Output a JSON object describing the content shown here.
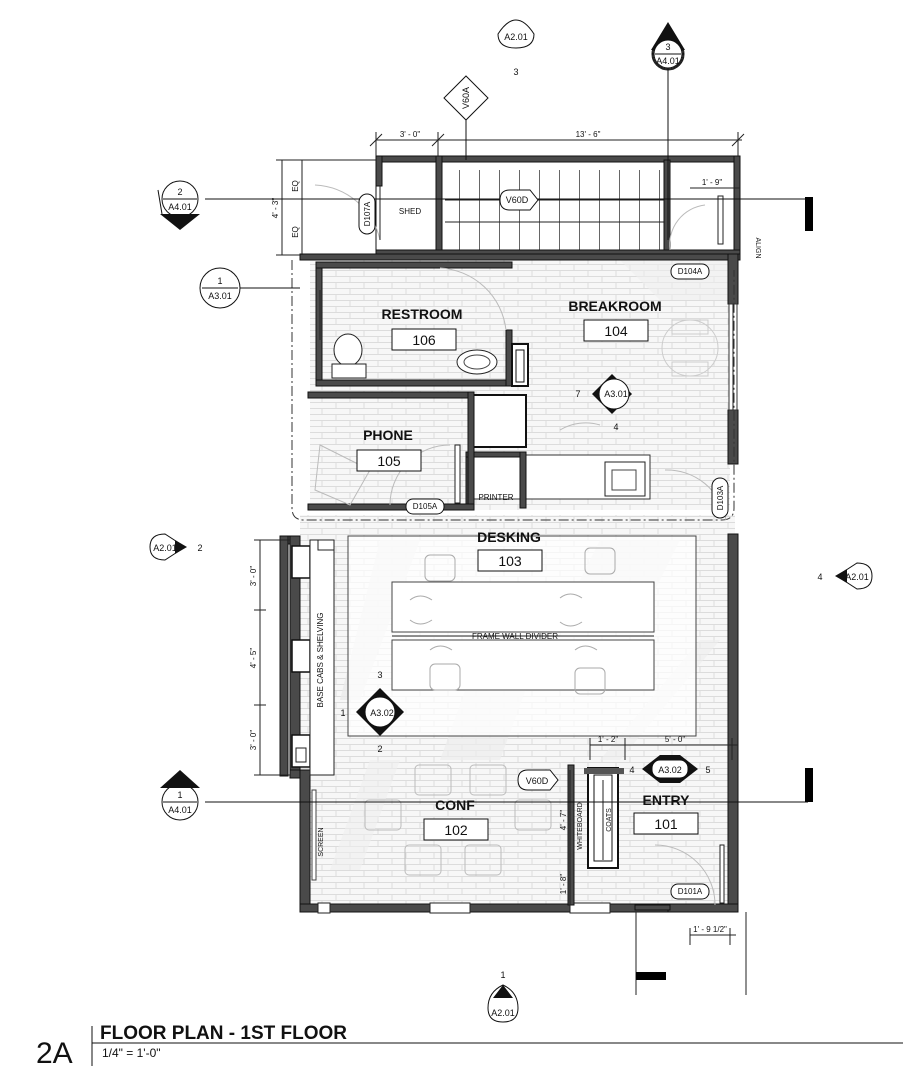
{
  "rooms": [
    {
      "name": "RESTROOM",
      "number": "106"
    },
    {
      "name": "BREAKROOM",
      "number": "104"
    },
    {
      "name": "PHONE",
      "number": "105"
    },
    {
      "name": "DESKING",
      "number": "103"
    },
    {
      "name": "CONF",
      "number": "102"
    },
    {
      "name": "ENTRY",
      "number": "101"
    }
  ],
  "doors": [
    "D107A",
    "D104A",
    "D105A",
    "D103A",
    "D101A"
  ],
  "labels": {
    "shed": "SHED",
    "printer": "PRINTER",
    "frame_wall_divider": "FRAME WALL DIVIDER",
    "base_cabs": "BASE CABS & SHELVING",
    "screen": "SCREEN",
    "whiteboard": "WHITEBOARD",
    "coats": "COATS",
    "align": "ALIGN"
  },
  "view_tags": {
    "v60a": "V60A",
    "v60d_top": "V60D",
    "v60d_entry": "V60D"
  },
  "dimensions": {
    "d_3_0_top": "3' - 0\"",
    "d_13_6": "13' - 6\"",
    "d_1_9": "1' - 9\"",
    "d_4_3": "4' - 3\"",
    "eq1": "EQ",
    "eq2": "EQ",
    "d_3_0_a": "3' - 0\"",
    "d_4_5": "4' - 5\"",
    "d_3_0_b": "3' - 0\"",
    "d_1_2": "1' - 2\"",
    "d_5_0": "5' - 0\"",
    "d_4_7": "4' - 7\"",
    "d_1_8": "1' - 8\"",
    "d_1_9_half": "1' - 9 1/2\""
  },
  "markers": {
    "top_a201_ref": "A2.01",
    "top_a201_num": "3",
    "top_a401_num": "3",
    "top_a401_ref": "A4.01",
    "left_a401_num": "2",
    "left_a401_ref": "A4.01",
    "a301_num": "1",
    "a301_ref": "A3.01",
    "break_a301_ref": "A3.01",
    "break_a301_l": "7",
    "break_a301_b": "4",
    "left_a201_ref": "A2.01",
    "left_a201_num": "2",
    "right_a201_ref": "A2.01",
    "right_a201_num": "4",
    "desk_a302_ref": "A3.02",
    "desk_a302_t": "3",
    "desk_a302_l": "1",
    "desk_a302_b": "2",
    "entry_a302_ref": "A3.02",
    "entry_a302_l": "4",
    "entry_a302_r": "5",
    "bot_a401_num": "1",
    "bot_a401_ref": "A4.01",
    "bot_a201_num": "1",
    "bot_a201_ref": "A2.01"
  },
  "title_block": {
    "id": "2A",
    "title": "FLOOR PLAN - 1ST FLOOR",
    "scale": "1/4\" = 1'-0\""
  }
}
